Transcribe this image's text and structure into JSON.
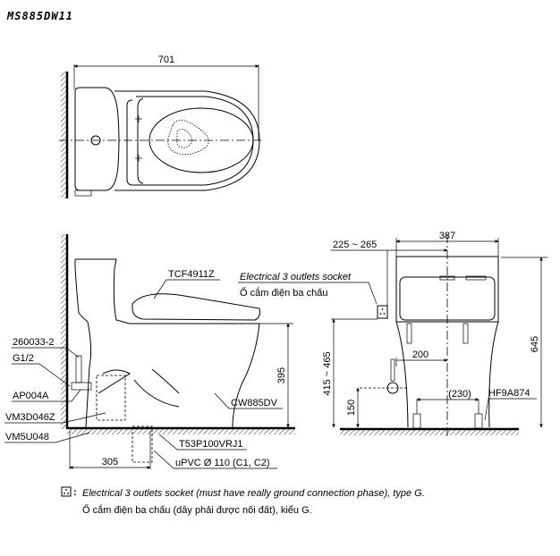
{
  "title": "MS885DW11",
  "top_view": {
    "width_dim": "701"
  },
  "side_view": {
    "labels": {
      "seat": "TCF4911Z",
      "supply_hose": "260033-2",
      "thread": "G1/2",
      "valve": "AP004A",
      "flange": "VM3D046Z",
      "bolt": "VM5U048",
      "bowl": "CW885DV",
      "trap": "T53P100VRJ1",
      "pipe": "uPVC Ø 110 (C1, C2)"
    },
    "dims": {
      "height": "395",
      "rough_in": "305"
    }
  },
  "socket_callout": {
    "en": "Electrical 3 outlets socket",
    "vi": "Ổ cắm điện ba chấu"
  },
  "front_view": {
    "dims": {
      "width": "387",
      "socket_offset": "225 ~ 265",
      "total_height": "645",
      "socket_height": "415 ~ 465",
      "supply_height": "150",
      "supply_offset": "200",
      "bolt_spacing": "(230)"
    },
    "labels": {
      "bolt_cap": "HF9A874"
    }
  },
  "footnote": {
    "icon": "socket-icon",
    "en": "Electrical 3 outlets socket (must have really ground connection phase), type G.",
    "vi": "Ổ cắm điện ba chấu (dây phải được nối đất), kiểu G."
  }
}
